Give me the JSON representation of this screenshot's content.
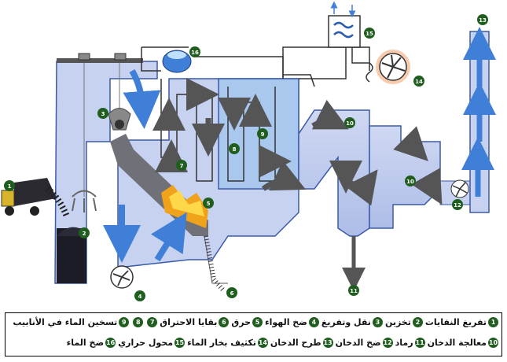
{
  "diagram": {
    "badges": [
      "1",
      "2",
      "3",
      "4",
      "5",
      "6",
      "7",
      "8",
      "9",
      "10",
      "10",
      "11",
      "12",
      "13",
      "14",
      "15",
      "16"
    ]
  },
  "legend": {
    "row1": [
      {
        "num": "1",
        "label": "تفريغ النفايات"
      },
      {
        "num": "2",
        "label": "تخزين"
      },
      {
        "num": "3",
        "label": "نقل وتفريغ"
      },
      {
        "num": "4",
        "label": "ضخ الهواء"
      },
      {
        "num": "5",
        "label": "حرق"
      },
      {
        "num": "6",
        "label": "بقايا الاحتراق"
      },
      {
        "num": "7",
        "label": ""
      },
      {
        "num": "8",
        "label": ""
      },
      {
        "num": "9",
        "label": "تسخين الماء في الأنابيب"
      }
    ],
    "row2": [
      {
        "num": "10",
        "label": "معالجة الدخان"
      },
      {
        "num": "11",
        "label": "رماد"
      },
      {
        "num": "12",
        "label": "ضخ الدخان"
      },
      {
        "num": "13",
        "label": "طرح الدخان"
      },
      {
        "num": "14",
        "label": "تكثيف بخار الماء"
      },
      {
        "num": "15",
        "label": "محول حراري"
      },
      {
        "num": "16",
        "label": "ضخ الماء"
      }
    ]
  },
  "colors": {
    "chamber_fill": "#c7d2f0",
    "boiler_fill": "#aac7ee",
    "outline": "#3b5aa8",
    "badge": "#1f5e1f",
    "blue_arrow": "#3f7fd8",
    "dark_arrow": "#555555",
    "flame": "#f0a21a",
    "waste": "#1c1c26"
  }
}
